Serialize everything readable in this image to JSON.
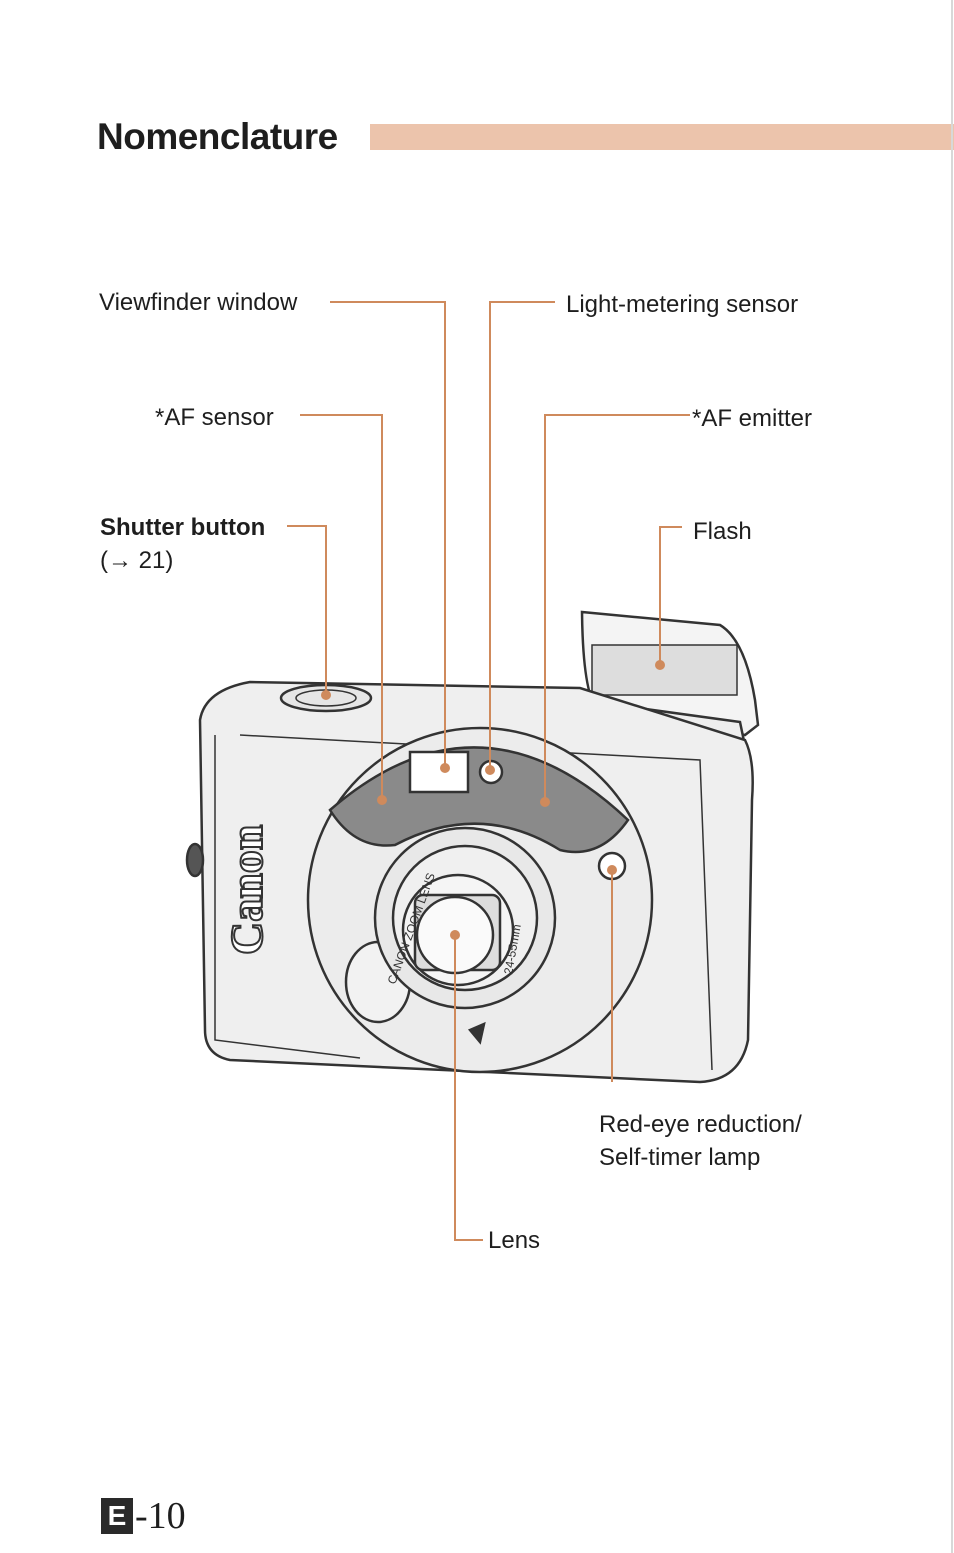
{
  "header": {
    "title": "Nomenclature"
  },
  "labels": {
    "viewfinder": "Viewfinder window",
    "light_metering": "Light-metering sensor",
    "af_sensor": "*AF sensor",
    "af_emitter": "*AF emitter",
    "shutter": "Shutter button",
    "shutter_ref": "(→ 21)",
    "flash": "Flash",
    "redeye_1": "Red-eye reduction/",
    "redeye_2": "Self-timer lamp",
    "lens": "Lens"
  },
  "camera": {
    "brand": "Canon",
    "lens_text": "CANON ZOOM LENS",
    "focal": "24-55mm"
  },
  "footer": {
    "section": "E",
    "page": "-10"
  },
  "colors": {
    "leader": "#cf8a5c",
    "title_bar": "#ecc4ac"
  }
}
